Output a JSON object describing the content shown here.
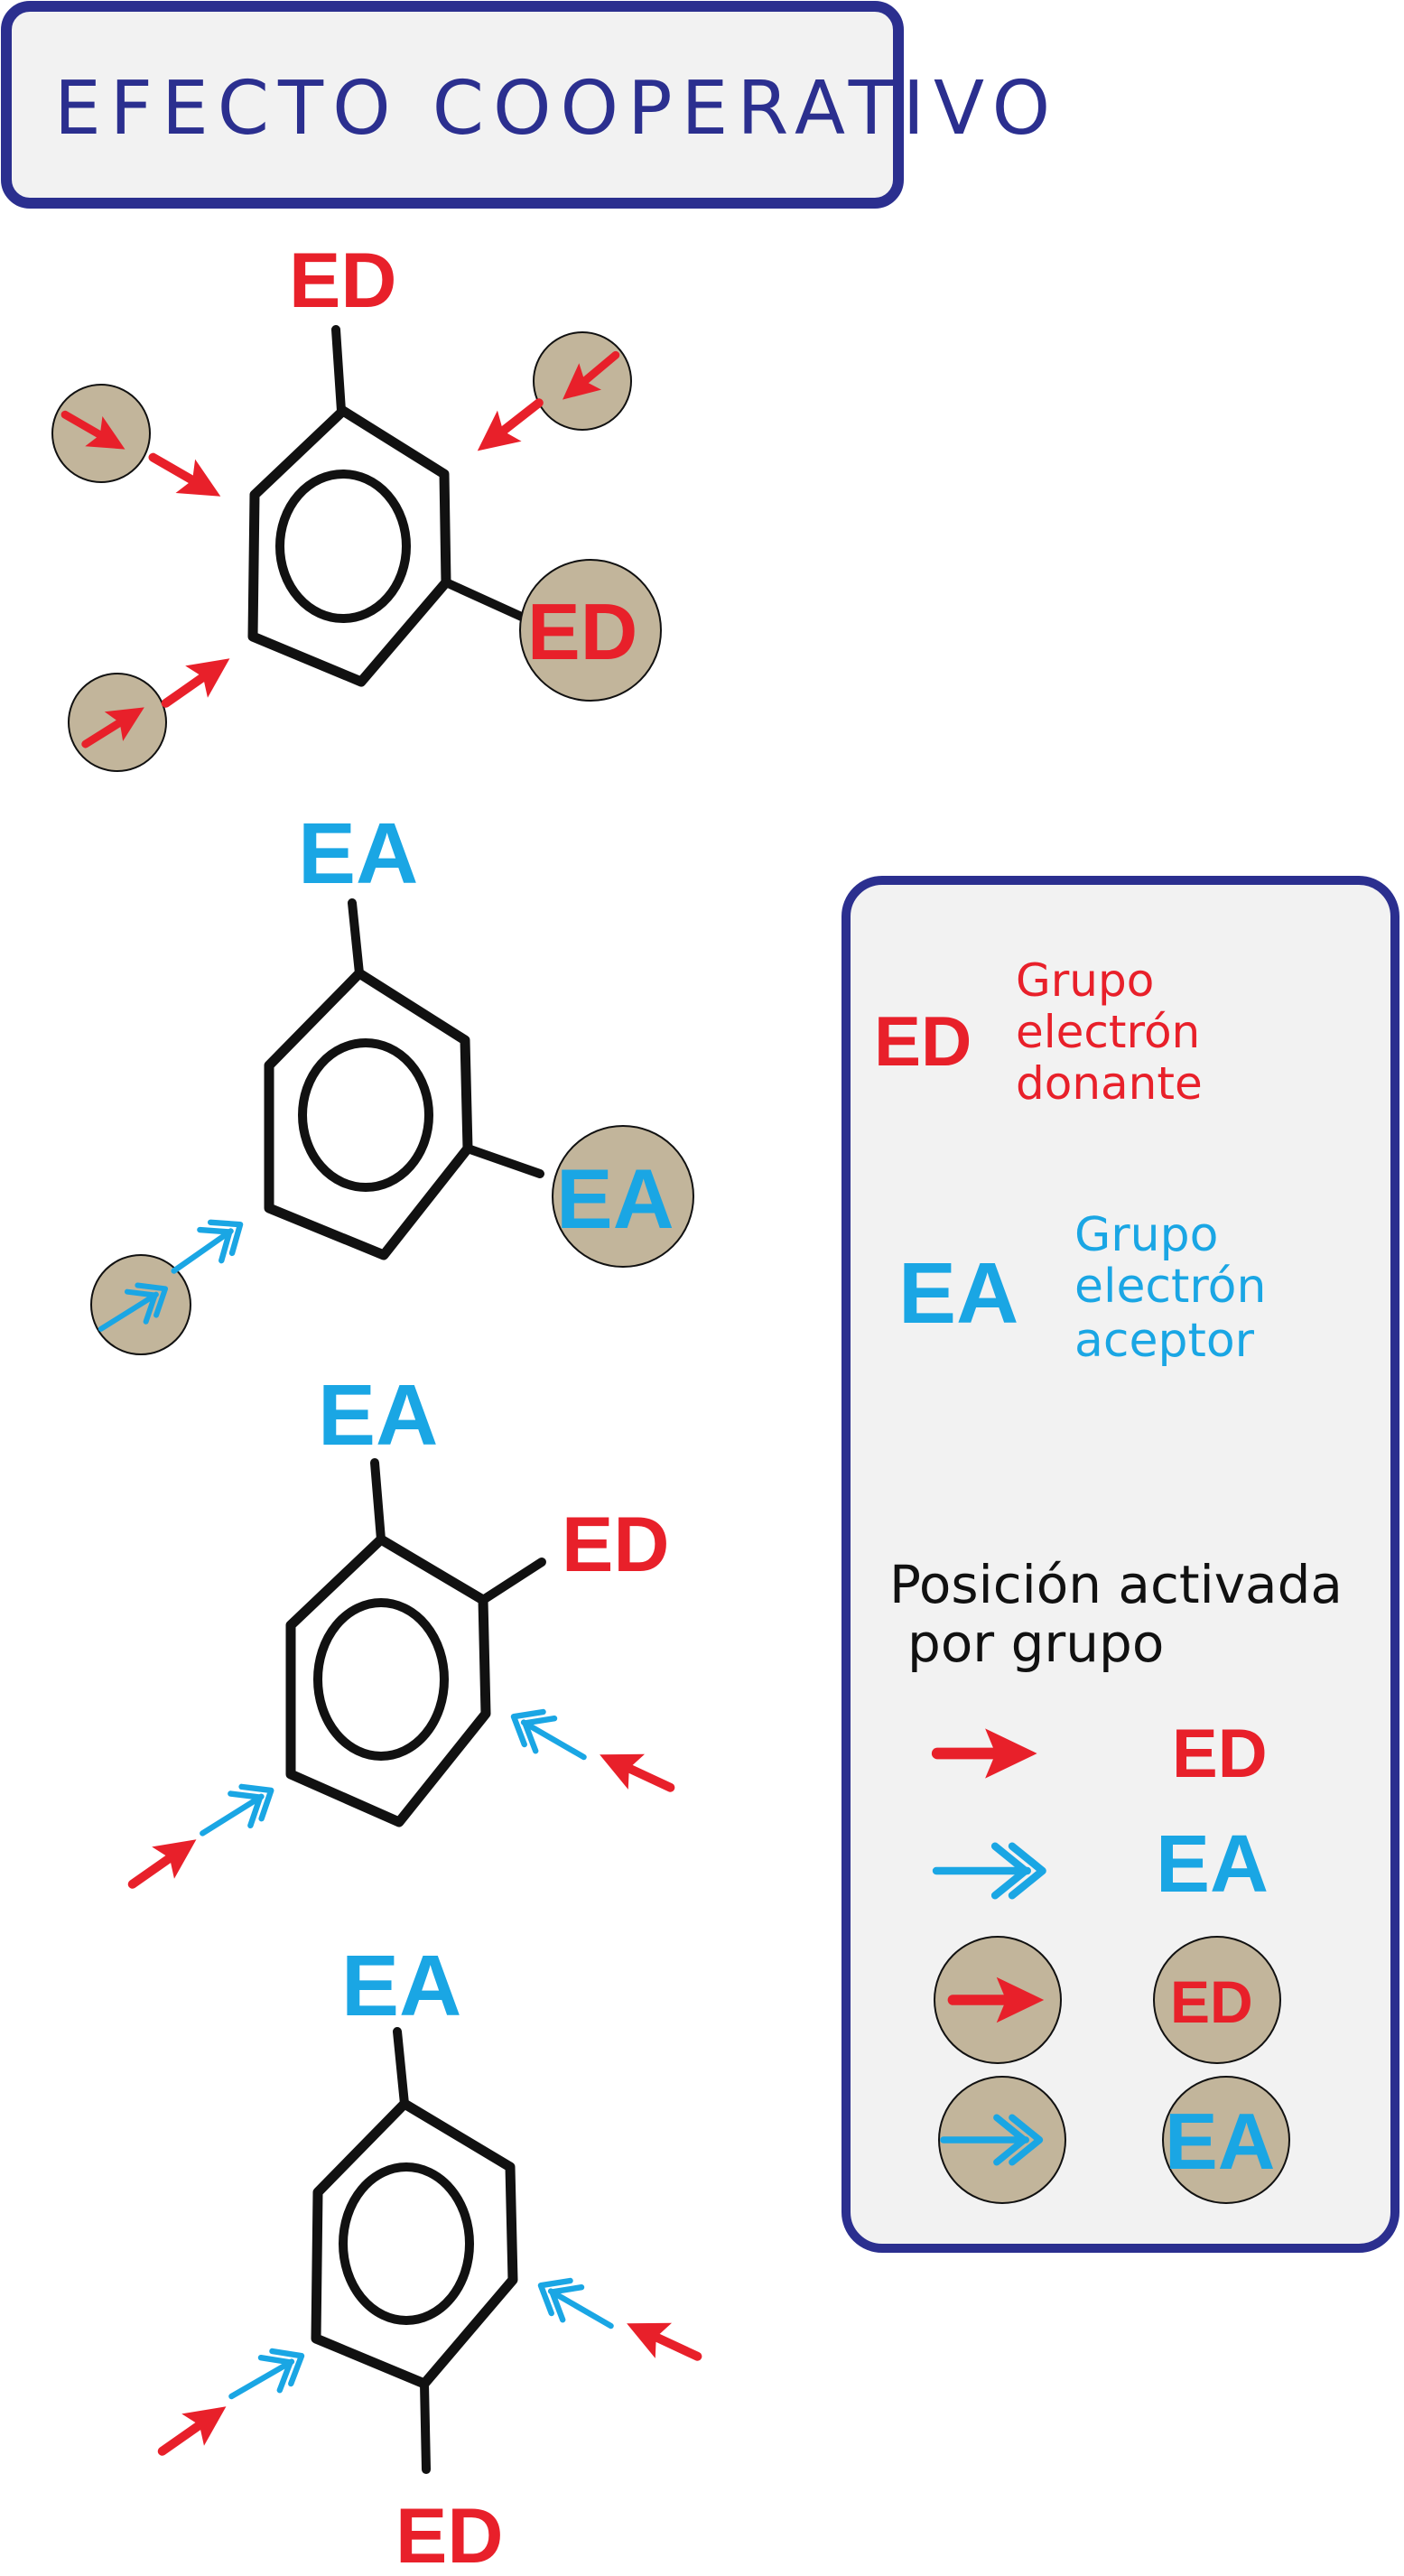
{
  "title": "EFECTO COOPERATIVO",
  "colors": {
    "donor": "#e8202a",
    "acceptor": "#1aa6e4",
    "ring": "#111111",
    "circle_fill": "#c2b59b",
    "panel_fill": "#f2f2f2",
    "panel_border": "#2b2f8f",
    "title_color": "#2b2f8f"
  },
  "molecules": [
    {
      "id": "meta-donor-donor",
      "top_label": "ED",
      "side_label": "ED"
    },
    {
      "id": "meta-acceptor-acceptor",
      "top_label": "EA",
      "side_label": "EA"
    },
    {
      "id": "ortho-acceptor-donor",
      "top_label": "EA",
      "side_label": "ED"
    },
    {
      "id": "para-acceptor-donor",
      "top_label": "EA",
      "bottom_label": "ED"
    }
  ],
  "legend": {
    "donor_abbr": "ED",
    "donor_desc": [
      "Grupo",
      "electrón",
      "donante"
    ],
    "acceptor_abbr": "EA",
    "acceptor_desc": [
      "Grupo",
      "electrón",
      "aceptor"
    ],
    "activated_title": [
      "Posición activada",
      "por grupo"
    ],
    "rows": [
      {
        "symbol": "donor-arrow",
        "label": "ED"
      },
      {
        "symbol": "acceptor-double-arrow",
        "label": "EA"
      },
      {
        "symbol": "circled-donor-arrow",
        "label": "ED"
      },
      {
        "symbol": "circled-acceptor-double-arrow",
        "label": "EA"
      }
    ]
  }
}
